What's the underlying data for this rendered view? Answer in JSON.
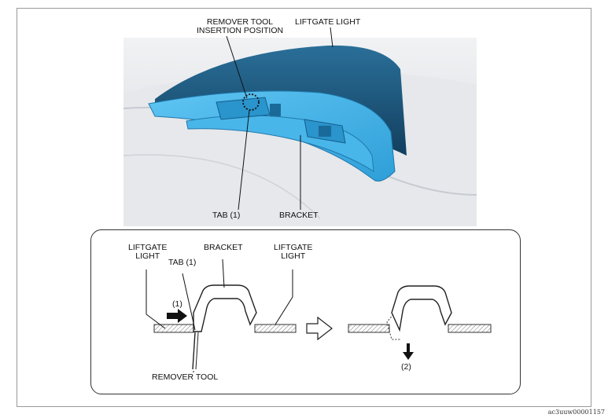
{
  "photo": {
    "remover_tool_insertion_position": "REMOVER TOOL\nINSERTION POSITION",
    "liftgate_light": "LIFTGATE LIGHT",
    "tab": "TAB (1)",
    "bracket": "BRACKET"
  },
  "detail": {
    "liftgate_light_left": "LIFTGATE\nLIGHT",
    "tab": "TAB (1)",
    "bracket": "BRACKET",
    "liftgate_light_right": "LIFTGATE\nLIGHT",
    "step_1": "(1)",
    "step_2": "(2)",
    "remover_tool": "REMOVER TOOL"
  },
  "reference_code": "ac3uuw00001157",
  "colors": {
    "light_blue": "#3fb4ec",
    "dark_blue": "#1d5f86",
    "body_gray": "#dfe2e6"
  }
}
